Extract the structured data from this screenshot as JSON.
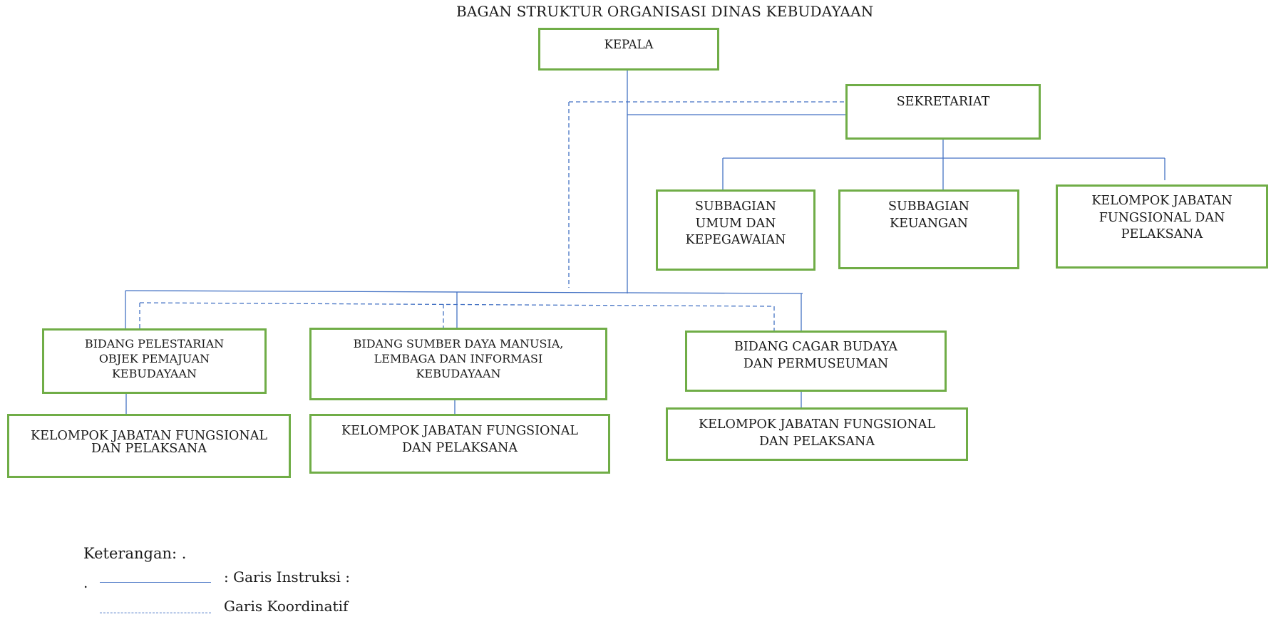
{
  "title": "BAGAN STRUKTUR ORGANISASI DINAS KEBUDAYAAN",
  "colors": {
    "box_border": "#70ad47",
    "connector_line": "#4472c4"
  },
  "units": {
    "kepala": "KEPALA",
    "sekretariat": "SEKRETARIAT",
    "subbagian_umum": "SUBBAGIAN\nUMUM DAN\nKEPEGAWAIAN",
    "subbagian_keuangan": "SUBBAGIAN\nKEUANGAN",
    "kjf_sekretariat": "KELOMPOK JABATAN\nFUNGSIONAL DAN\nPELAKSANA",
    "bidang_1": "BIDANG PELESTARIAN\nOBJEK PEMAJUAN\nKEBUDAYAAN",
    "bidang_2": "BIDANG SUMBER DAYA MANUSIA,\nLEMBAGA DAN INFORMASI\nKEBUDAYAAN",
    "bidang_3": "BIDANG CAGAR BUDAYA\nDAN PERMUSEUMAN",
    "kjf_bidang_1": "KELOMPOK JABATAN FUNGSIONAL\nDAN PELAKSANA",
    "kjf_bidang_2": "KELOMPOK JABATAN FUNGSIONAL\nDAN PELAKSANA",
    "kjf_bidang_3": "KELOMPOK JABATAN FUNGSIONAL\nDAN PELAKSANA"
  },
  "legend": {
    "title": "Keterangan: .",
    "dot": ".",
    "instruction_label": ": Garis Instruksi :",
    "coordination_label": "Garis Koordinatif"
  }
}
